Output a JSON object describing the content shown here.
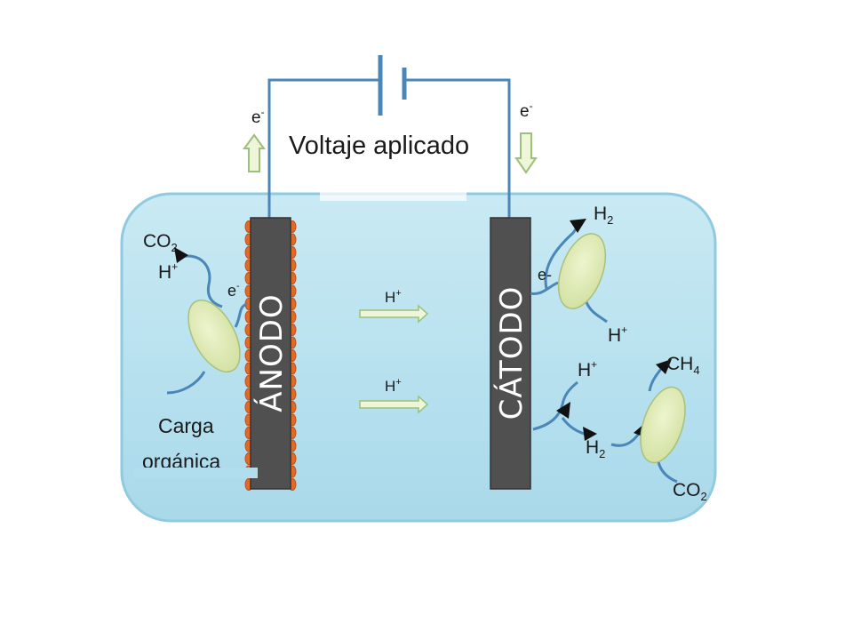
{
  "title": "Voltaje aplicado",
  "electron_left": "e",
  "electron_right": "e",
  "anode_label": "ÁNODO",
  "cathode_label": "CÁTODO",
  "proton_top": "H",
  "proton_bottom": "H",
  "organic_line1": "Carga",
  "organic_line2": "orgánica",
  "anode_side": {
    "co2": "CO",
    "co2_sub": "2",
    "h_plus": "H",
    "electron": "e"
  },
  "cathode_side": {
    "h2_top": "H",
    "h2_top_sub": "2",
    "electron": "e-",
    "h_plus_right": "H",
    "h_plus_lower": "H",
    "h2_lower": "H",
    "h2_lower_sub": "2",
    "ch4": "CH",
    "ch4_sub": "4",
    "co2": "CO",
    "co2_sub": "2"
  },
  "colors": {
    "tank_fill": "#b9e2ef",
    "tank_stroke": "#8fcbe0",
    "electrode": "#505050",
    "wire": "#4a87b8",
    "bacteria": "#dfeab6",
    "biofilm": "#de6b2a",
    "arrow_fill": "#eef5d9",
    "arrow_stroke": "#9bc07a"
  }
}
